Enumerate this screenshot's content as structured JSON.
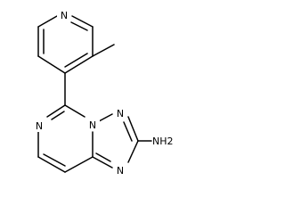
{
  "molecule": {
    "atom_labels": {
      "pyridine_n": "N",
      "pyrimidine_n": "N",
      "bridge_n": "N",
      "triazole_n_top": "N",
      "triazole_n_bottom": "N",
      "amine": "NH2"
    }
  }
}
